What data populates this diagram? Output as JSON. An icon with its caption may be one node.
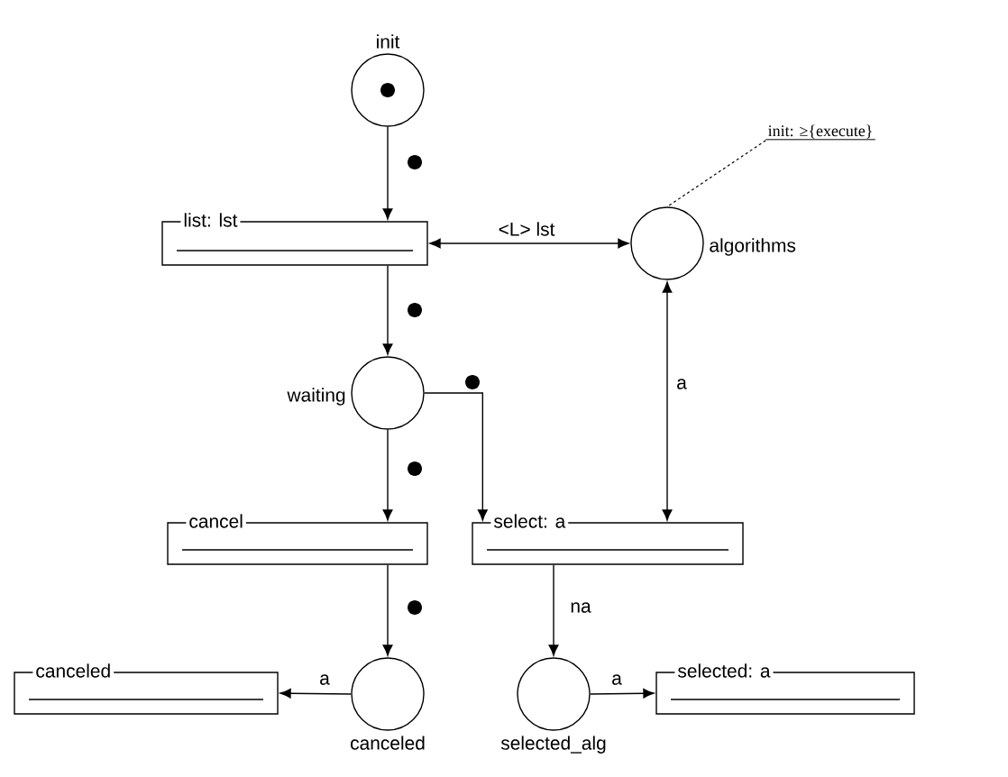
{
  "diagram": {
    "nodes": [
      {
        "text": [
          "init"
        ]
      },
      {
        "text": [
          "list: lst"
        ]
      },
      {
        "text": [
          "algorithms"
        ]
      },
      {
        "text": [
          "waiting"
        ]
      },
      {
        "text": [
          "cancel"
        ]
      },
      {
        "text": [
          "select: a"
        ]
      },
      {
        "text": [
          "canceled"
        ]
      },
      {
        "text": [
          "selected_alg"
        ]
      },
      {
        "text": [
          "canceled"
        ]
      },
      {
        "text": [
          "selected: a"
        ]
      },
      {
        "text": [
          "init: ≥{execute}"
        ]
      }
    ],
    "edges": [
      {
        "from": 0,
        "to": 1,
        "arrow": "to"
      },
      {
        "from": 1,
        "to": 2,
        "arrow": "both",
        "label": "<L> lst"
      },
      {
        "from": 1,
        "to": 3,
        "arrow": "to"
      },
      {
        "from": 3,
        "to": 4,
        "arrow": "to"
      },
      {
        "from": 3,
        "to": 5,
        "arrow": "to"
      },
      {
        "from": 5,
        "to": 2,
        "arrow": "both",
        "label": "a"
      },
      {
        "from": 4,
        "to": 6,
        "arrow": "to"
      },
      {
        "from": 5,
        "to": 7,
        "arrow": "to",
        "label": "na"
      },
      {
        "from": 6,
        "to": 8,
        "arrow": "to",
        "label": "a"
      },
      {
        "from": 7,
        "to": 9,
        "arrow": "to",
        "label": "a"
      },
      {
        "from": 10,
        "to": 2,
        "arrow": "none",
        "style": "dashed"
      }
    ]
  }
}
